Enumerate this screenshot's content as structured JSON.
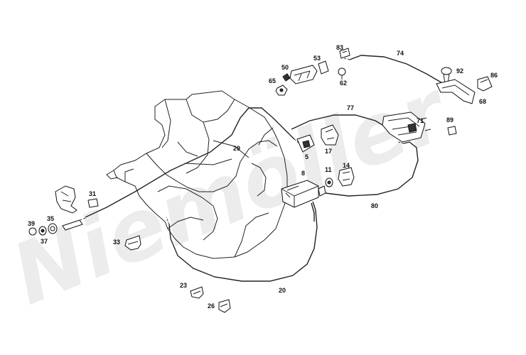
{
  "watermark": "Niemöller",
  "part_labels": [
    {
      "id": "p83",
      "text": "83"
    },
    {
      "id": "p74",
      "text": "74"
    },
    {
      "id": "p53",
      "text": "53"
    },
    {
      "id": "p50",
      "text": "50"
    },
    {
      "id": "p92",
      "text": "92"
    },
    {
      "id": "p86",
      "text": "86"
    },
    {
      "id": "p65",
      "text": "65"
    },
    {
      "id": "p62",
      "text": "62"
    },
    {
      "id": "p68",
      "text": "68"
    },
    {
      "id": "p77",
      "text": "77"
    },
    {
      "id": "p71",
      "text": "71"
    },
    {
      "id": "p89",
      "text": "89"
    },
    {
      "id": "p29",
      "text": "29"
    },
    {
      "id": "p17",
      "text": "17"
    },
    {
      "id": "p5",
      "text": "5"
    },
    {
      "id": "p8",
      "text": "8"
    },
    {
      "id": "p11",
      "text": "11"
    },
    {
      "id": "p14",
      "text": "14"
    },
    {
      "id": "p31",
      "text": "31"
    },
    {
      "id": "p80",
      "text": "80"
    },
    {
      "id": "p39",
      "text": "39"
    },
    {
      "id": "p35",
      "text": "35"
    },
    {
      "id": "p37",
      "text": "37"
    },
    {
      "id": "p33",
      "text": "33"
    },
    {
      "id": "p20",
      "text": "20"
    },
    {
      "id": "p23",
      "text": "23"
    },
    {
      "id": "p26",
      "text": "26"
    }
  ]
}
